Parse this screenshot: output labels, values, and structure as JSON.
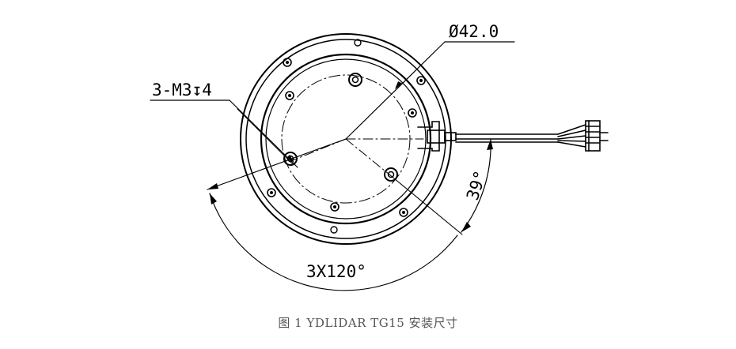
{
  "drawing": {
    "diameter_label": "Ø42.0",
    "screw_label": "3-M3↧4",
    "angle_label": "39°",
    "pattern_label": "3X120°"
  },
  "caption": "图 1  YDLIDAR TG15 安装尺寸"
}
